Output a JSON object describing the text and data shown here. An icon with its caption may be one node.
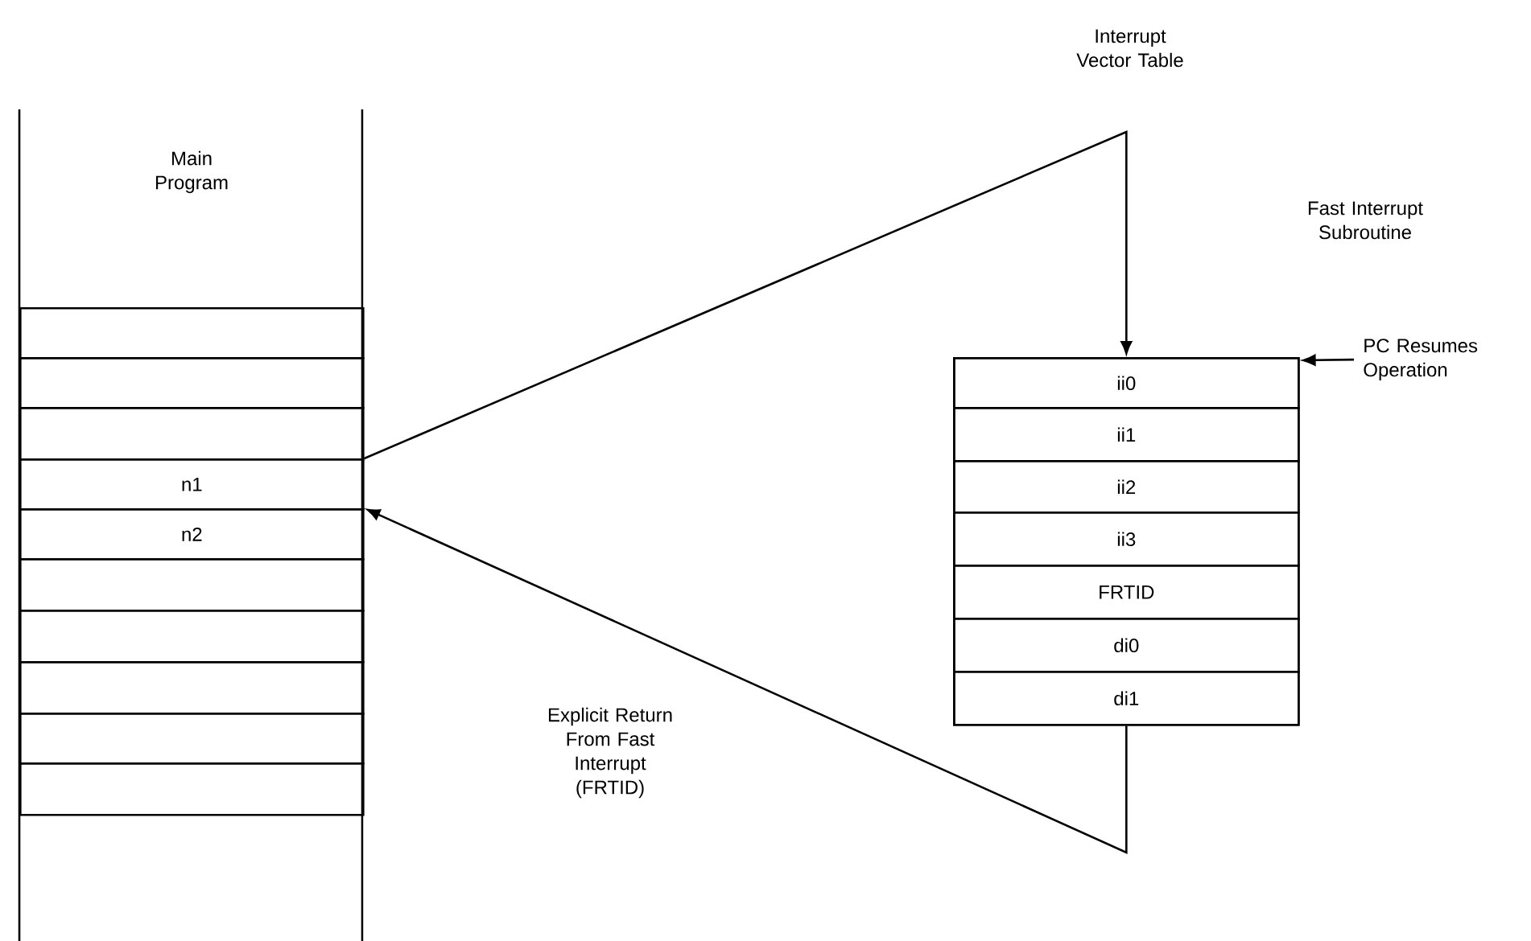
{
  "diagram": {
    "nodes": [
      {
        "text": [
          "Main Program"
        ]
      },
      {
        "text": [],
        "shape": "box",
        "in": 0
      },
      {
        "text": [],
        "shape": "box",
        "in": 0
      },
      {
        "text": [],
        "shape": "box",
        "in": 0
      },
      {
        "text": [
          "n1"
        ],
        "in": 0
      },
      {
        "text": [
          "n2"
        ],
        "in": 0
      },
      {
        "text": [],
        "shape": "box",
        "in": 0
      },
      {
        "text": [],
        "shape": "box",
        "in": 0
      },
      {
        "text": [],
        "shape": "box",
        "in": 0
      },
      {
        "text": [],
        "shape": "box",
        "in": 0
      },
      {
        "text": [],
        "shape": "box",
        "in": 0
      },
      {
        "text": [],
        "shape": "box"
      },
      {
        "text": [
          "ii0"
        ],
        "in": 11
      },
      {
        "text": [
          "ii1"
        ],
        "in": 11
      },
      {
        "text": [
          "ii2"
        ],
        "in": 11
      },
      {
        "text": [
          "ii3"
        ],
        "in": 11
      },
      {
        "text": [
          "FRTID"
        ],
        "in": 11
      },
      {
        "text": [
          "di0"
        ],
        "in": 11
      },
      {
        "text": [
          "di1"
        ],
        "in": 11
      },
      {
        "text": [
          "PC Resumes Operation"
        ]
      }
    ],
    "edges": [
      {
        "from": 4,
        "to": 12,
        "arrow": "to"
      },
      {
        "from": 18,
        "to": 5,
        "arrow": "to"
      },
      {
        "from": 19,
        "to": 12,
        "arrow": "to"
      }
    ],
    "labels": [
      "Interrupt Vector Table",
      "Fast Interrupt Subroutine",
      "Explicit Return From Fast Interrupt (FRTID)"
    ]
  }
}
